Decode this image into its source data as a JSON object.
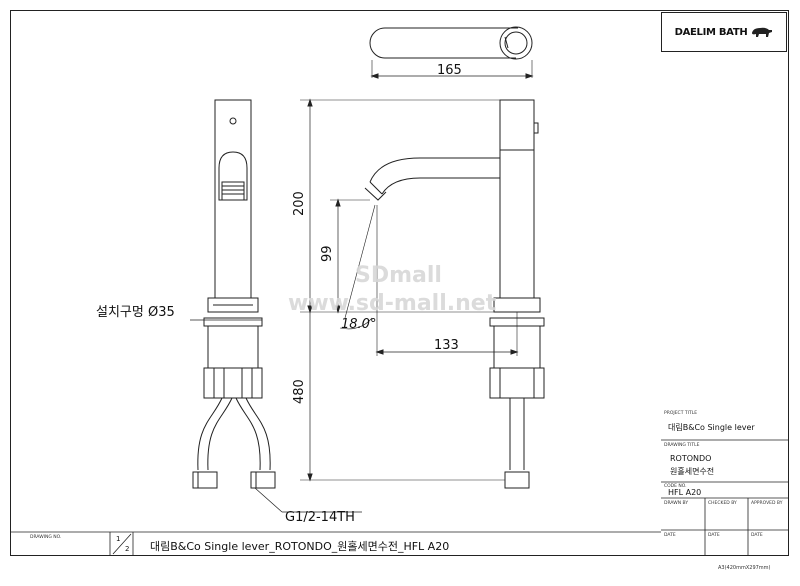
{
  "logo": {
    "text": "DAELIM BATH",
    "icon": "polar-bear-icon"
  },
  "dimensions": {
    "top_width": "165",
    "height_200": "200",
    "height_99": "99",
    "angle": "18.0°",
    "reach": "133",
    "height_480": "480",
    "hole": "설치구멍 Ø35",
    "thread": "G1/2-14TH"
  },
  "watermark": {
    "line1": "SDmall",
    "line2": "www.sd-mall.net"
  },
  "title_block": {
    "project_title_label": "PROJECT TITLE",
    "project_title": "대림B&Co Single lever",
    "drawing_title_label": "DRAWING TITLE",
    "drawing_title_1": "ROTONDO",
    "drawing_title_2": "원홀세면수전",
    "code_label": "CODE NO.",
    "code": "HFL A20",
    "drawn_by": "DRAWN BY",
    "checked_by": "CHECKED BY",
    "approved_by": "APPROVED BY",
    "date1": "DATE",
    "date2": "DATE",
    "date3": "DATE"
  },
  "bottom_bar": {
    "drawing_no_label": "DRAWING NO.",
    "sheet_num": "1",
    "sheet_total": "2",
    "full_title": "대림B&Co Single lever_ROTONDO_원홀세면수전_HFL A20"
  },
  "paper_size": "A3(420mmX297mm)"
}
